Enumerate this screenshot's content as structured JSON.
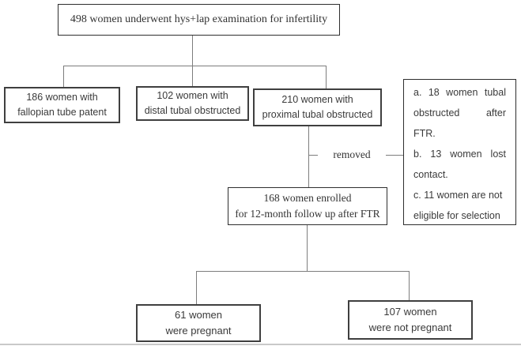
{
  "figure": {
    "nodes": {
      "total": {
        "text": "498 women underwent hys+lap examination for infertility"
      },
      "patent": {
        "line1": "186 women with",
        "line2": "fallopian tube patent"
      },
      "distal": {
        "line1": "102 women with",
        "line2": "distal tubal obstructed"
      },
      "proximal": {
        "line1": "210 women with",
        "line2": "proximal tubal obstructed"
      },
      "enrolled": {
        "line1": "168 women enrolled",
        "line2": "for 12-month follow up after FTR"
      },
      "pregnant": {
        "line1": "61 women",
        "line2": "were pregnant"
      },
      "not_pregnant": {
        "line1": "107 women",
        "line2": "were not pregnant"
      },
      "removed_reasons": {
        "lines": [
          "a. 18 women tubal",
          "obstructed after",
          "FTR.",
          "b. 13 women lost",
          "contact.",
          "c. 11 women are not",
          "eligible for selection"
        ]
      }
    },
    "labels": {
      "removed": "removed"
    },
    "colors": {
      "box_border_sans": "#3f3f3f",
      "box_border_serif": "#2e2e2e",
      "text": "#3a3a3a",
      "connector": "#7d7d7d",
      "bottom_rule": "#c9c9c9",
      "background": "#ffffff"
    }
  }
}
